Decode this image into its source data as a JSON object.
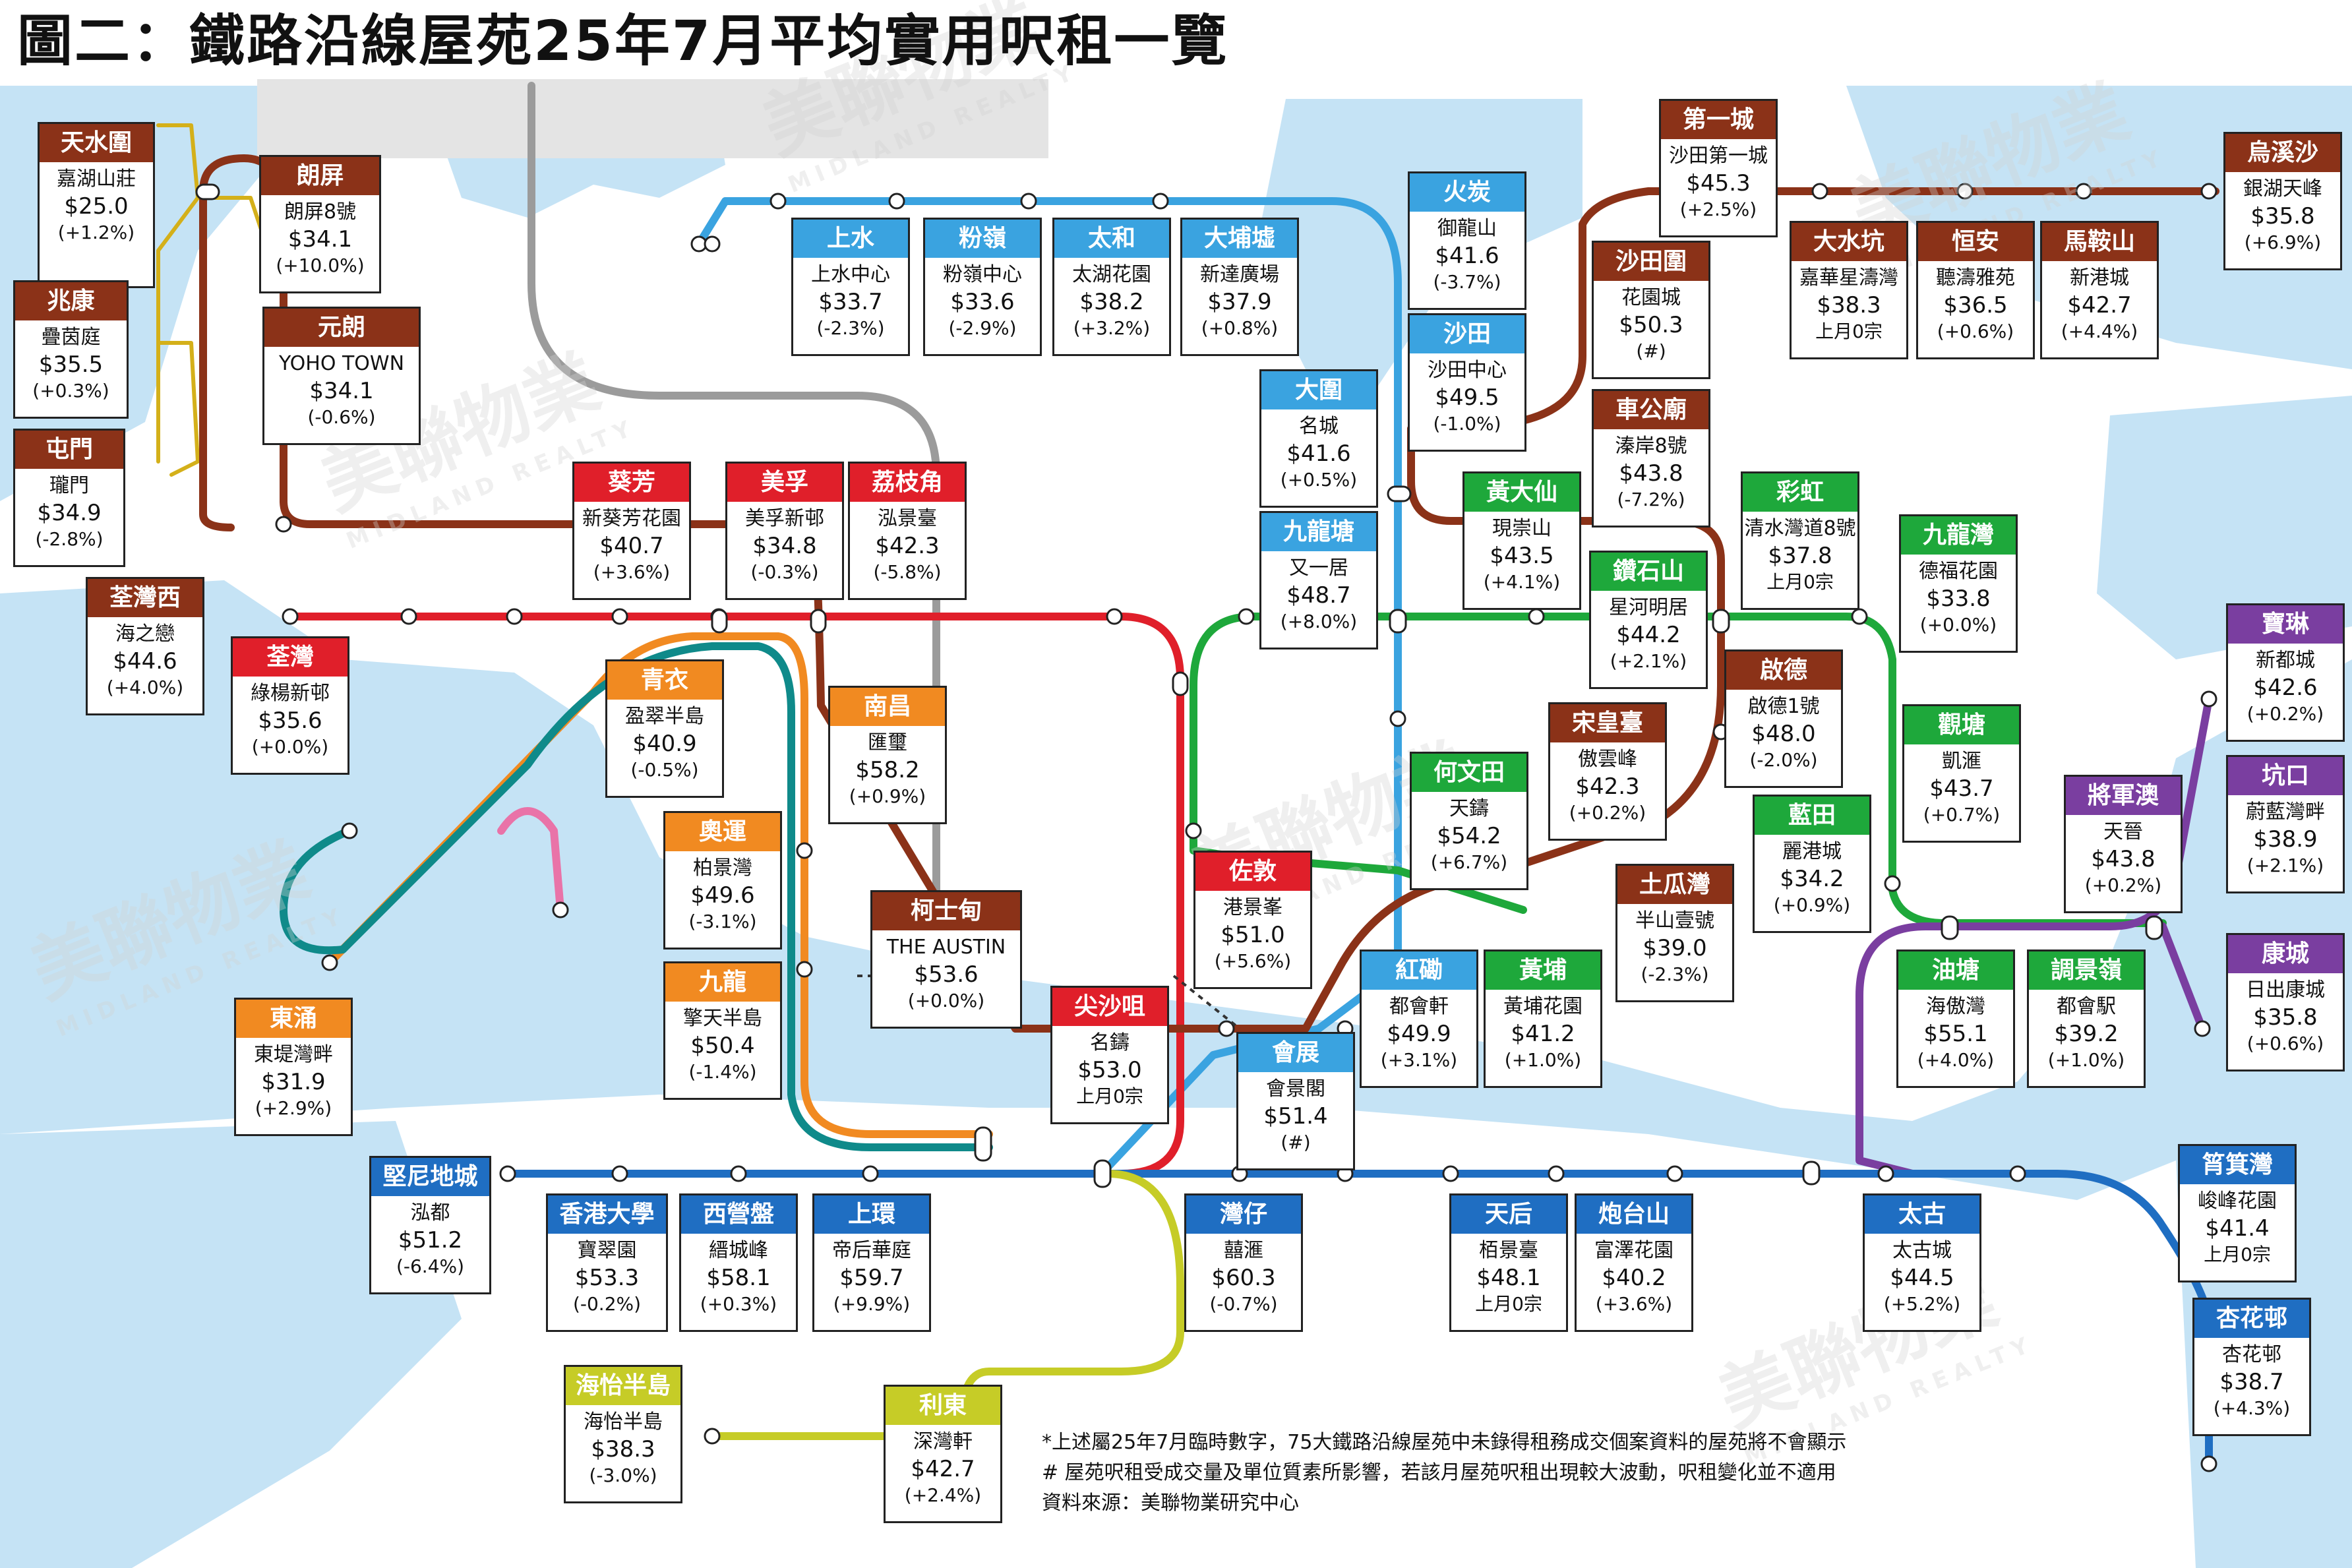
{
  "title": "圖二：鐵路沿線屋苑25年7月平均實用呎租一覽",
  "colors": {
    "east_rail": "#3aa3e0",
    "tsuen_wan": "#e01f2a",
    "kwun_tong": "#1ea83b",
    "tuen_ma": "#8b3218",
    "island": "#1f6ec2",
    "tung_chung": "#f18a21",
    "airport": "#0f8a8a",
    "disney": "#e973a8",
    "south_island": "#c6cc27",
    "tko": "#7a3ea0",
    "light_rail": "#d4b01a",
    "to_tseung": "#9b9b9b",
    "sea": "#c5e3f5"
  },
  "stations": [
    {
      "id": "tin-shui-wai",
      "station": "天水圍",
      "estate": "嘉湖山莊",
      "rent": "$25.0",
      "change": "(+1.2%)",
      "color": "#8b3218"
    },
    {
      "id": "long-ping",
      "station": "朗屏",
      "estate": "朗屏8號",
      "rent": "$34.1",
      "change": "(+10.0%)",
      "color": "#8b3218"
    },
    {
      "id": "siu-hong",
      "station": "兆康",
      "estate": "疊茵庭",
      "rent": "$35.5",
      "change": "(+0.3%)",
      "color": "#8b3218"
    },
    {
      "id": "yuen-long",
      "station": "元朗",
      "estate": "YOHO TOWN",
      "rent": "$34.1",
      "change": "(-0.6%)",
      "color": "#8b3218"
    },
    {
      "id": "tuen-mun",
      "station": "屯門",
      "estate": "瓏門",
      "rent": "$34.9",
      "change": "(-2.8%)",
      "color": "#8b3218"
    },
    {
      "id": "tsuen-wan-west",
      "station": "荃灣西",
      "estate": "海之戀",
      "rent": "$44.6",
      "change": "(+4.0%)",
      "color": "#8b3218"
    },
    {
      "id": "tsuen-wan",
      "station": "荃灣",
      "estate": "綠楊新邨",
      "rent": "$35.6",
      "change": "(+0.0%)",
      "color": "#e01f2a"
    },
    {
      "id": "kwai-fong",
      "station": "葵芳",
      "estate": "新葵芳花園",
      "rent": "$40.7",
      "change": "(+3.6%)",
      "color": "#e01f2a"
    },
    {
      "id": "mei-foo",
      "station": "美孚",
      "estate": "美孚新邨",
      "rent": "$34.8",
      "change": "(-0.3%)",
      "color": "#e01f2a"
    },
    {
      "id": "lai-chi-kok",
      "station": "荔枝角",
      "estate": "泓景臺",
      "rent": "$42.3",
      "change": "(-5.8%)",
      "color": "#e01f2a"
    },
    {
      "id": "sheung-shui",
      "station": "上水",
      "estate": "上水中心",
      "rent": "$33.7",
      "change": "(-2.3%)",
      "color": "#3aa3e0"
    },
    {
      "id": "fanling",
      "station": "粉嶺",
      "estate": "粉嶺中心",
      "rent": "$33.6",
      "change": "(-2.9%)",
      "color": "#3aa3e0"
    },
    {
      "id": "tai-wo",
      "station": "太和",
      "estate": "太湖花園",
      "rent": "$38.2",
      "change": "(+3.2%)",
      "color": "#3aa3e0"
    },
    {
      "id": "tai-po-market",
      "station": "大埔墟",
      "estate": "新達廣場",
      "rent": "$37.9",
      "change": "(+0.8%)",
      "color": "#3aa3e0"
    },
    {
      "id": "fo-tan",
      "station": "火炭",
      "estate": "御龍山",
      "rent": "$41.6",
      "change": "(-3.7%)",
      "color": "#3aa3e0"
    },
    {
      "id": "sha-tin",
      "station": "沙田",
      "estate": "沙田中心",
      "rent": "$49.5",
      "change": "(-1.0%)",
      "color": "#3aa3e0"
    },
    {
      "id": "tai-wai",
      "station": "大圍",
      "estate": "名城",
      "rent": "$41.6",
      "change": "(+0.5%)",
      "color": "#3aa3e0"
    },
    {
      "id": "city-one",
      "station": "第一城",
      "estate": "沙田第一城",
      "rent": "$45.3",
      "change": "(+2.5%)",
      "color": "#8b3218"
    },
    {
      "id": "sha-tin-wai",
      "station": "沙田圍",
      "estate": "花園城",
      "rent": "$50.3",
      "change": "(#)",
      "color": "#8b3218"
    },
    {
      "id": "che-kung-temple",
      "station": "車公廟",
      "estate": "溱岸8號",
      "rent": "$43.8",
      "change": "(-7.2%)",
      "color": "#8b3218"
    },
    {
      "id": "tai-shui-hang",
      "station": "大水坑",
      "estate": "嘉華星濤灣",
      "rent": "$38.3",
      "change": "上月0宗",
      "color": "#8b3218"
    },
    {
      "id": "heng-on",
      "station": "恒安",
      "estate": "聽濤雅苑",
      "rent": "$36.5",
      "change": "(+0.6%)",
      "color": "#8b3218"
    },
    {
      "id": "ma-on-shan",
      "station": "馬鞍山",
      "estate": "新港城",
      "rent": "$42.7",
      "change": "(+4.4%)",
      "color": "#8b3218"
    },
    {
      "id": "wu-kai-sha",
      "station": "烏溪沙",
      "estate": "銀湖天峰",
      "rent": "$35.8",
      "change": "(+6.9%)",
      "color": "#8b3218"
    },
    {
      "id": "kowloon-tong",
      "station": "九龍塘",
      "estate": "又一居",
      "rent": "$48.7",
      "change": "(+8.0%)",
      "color": "#3aa3e0"
    },
    {
      "id": "wong-tai-sin",
      "station": "黃大仙",
      "estate": "現崇山",
      "rent": "$43.5",
      "change": "(+4.1%)",
      "color": "#1ea83b"
    },
    {
      "id": "diamond-hill",
      "station": "鑽石山",
      "estate": "星河明居",
      "rent": "$44.2",
      "change": "(+2.1%)",
      "color": "#1ea83b"
    },
    {
      "id": "choi-hung",
      "station": "彩虹",
      "estate": "清水灣道8號",
      "rent": "$37.8",
      "change": "上月0宗",
      "color": "#1ea83b"
    },
    {
      "id": "kowloon-bay",
      "station": "九龍灣",
      "estate": "德福花園",
      "rent": "$33.8",
      "change": "(+0.0%)",
      "color": "#1ea83b"
    },
    {
      "id": "kai-tak",
      "station": "啟德",
      "estate": "啟德1號",
      "rent": "$48.0",
      "change": "(-2.0%)",
      "color": "#8b3218"
    },
    {
      "id": "sung-wong-toi",
      "station": "宋皇臺",
      "estate": "傲雲峰",
      "rent": "$42.3",
      "change": "(+0.2%)",
      "color": "#8b3218"
    },
    {
      "id": "to-kwa-wan",
      "station": "土瓜灣",
      "estate": "半山壹號",
      "rent": "$39.0",
      "change": "(-2.3%)",
      "color": "#8b3218"
    },
    {
      "id": "kwun-tong",
      "station": "觀塘",
      "estate": "凱滙",
      "rent": "$43.7",
      "change": "(+0.7%)",
      "color": "#1ea83b"
    },
    {
      "id": "lam-tin",
      "station": "藍田",
      "estate": "麗港城",
      "rent": "$34.2",
      "change": "(+0.9%)",
      "color": "#1ea83b"
    },
    {
      "id": "ho-man-tin",
      "station": "何文田",
      "estate": "天鑄",
      "rent": "$54.2",
      "change": "(+6.7%)",
      "color": "#1ea83b"
    },
    {
      "id": "tsing-yi",
      "station": "青衣",
      "estate": "盈翠半島",
      "rent": "$40.9",
      "change": "(-0.5%)",
      "color": "#f18a21"
    },
    {
      "id": "nam-cheong",
      "station": "南昌",
      "estate": "匯璽",
      "rent": "$58.2",
      "change": "(+0.9%)",
      "color": "#f18a21"
    },
    {
      "id": "olympic",
      "station": "奧運",
      "estate": "柏景灣",
      "rent": "$49.6",
      "change": "(-3.1%)",
      "color": "#f18a21"
    },
    {
      "id": "kowloon",
      "station": "九龍",
      "estate": "擎天半島",
      "rent": "$50.4",
      "change": "(-1.4%)",
      "color": "#f18a21"
    },
    {
      "id": "austin",
      "station": "柯士甸",
      "estate": "THE AUSTIN",
      "rent": "$53.6",
      "change": "(+0.0%)",
      "color": "#8b3218"
    },
    {
      "id": "jordan",
      "station": "佐敦",
      "estate": "港景峯",
      "rent": "$51.0",
      "change": "(+5.6%)",
      "color": "#e01f2a"
    },
    {
      "id": "tsim-sha-tsui",
      "station": "尖沙咀",
      "estate": "名鑄",
      "rent": "$53.0",
      "change": "上月0宗",
      "color": "#e01f2a"
    },
    {
      "id": "hung-hom",
      "station": "紅磡",
      "estate": "都會軒",
      "rent": "$49.9",
      "change": "(+3.1%)",
      "color": "#3aa3e0"
    },
    {
      "id": "whampoa",
      "station": "黃埔",
      "estate": "黃埔花園",
      "rent": "$41.2",
      "change": "(+1.0%)",
      "color": "#1ea83b"
    },
    {
      "id": "exhibition",
      "station": "會展",
      "estate": "會景閣",
      "rent": "$51.4",
      "change": "(#)",
      "color": "#3aa3e0"
    },
    {
      "id": "tung-chung",
      "station": "東涌",
      "estate": "東堤灣畔",
      "rent": "$31.9",
      "change": "(+2.9%)",
      "color": "#f18a21"
    },
    {
      "id": "yau-tong",
      "station": "油塘",
      "estate": "海傲灣",
      "rent": "$55.1",
      "change": "(+4.0%)",
      "color": "#1ea83b"
    },
    {
      "id": "tiu-keng-leng",
      "station": "調景嶺",
      "estate": "都會駅",
      "rent": "$39.2",
      "change": "(+1.0%)",
      "color": "#1ea83b"
    },
    {
      "id": "tko",
      "station": "將軍澳",
      "estate": "天晉",
      "rent": "$43.8",
      "change": "(+0.2%)",
      "color": "#7a3ea0"
    },
    {
      "id": "po-lam",
      "station": "寶琳",
      "estate": "新都城",
      "rent": "$42.6",
      "change": "(+0.2%)",
      "color": "#7a3ea0"
    },
    {
      "id": "hang-hau",
      "station": "坑口",
      "estate": "蔚藍灣畔",
      "rent": "$38.9",
      "change": "(+2.1%)",
      "color": "#7a3ea0"
    },
    {
      "id": "lohas-park",
      "station": "康城",
      "estate": "日出康城",
      "rent": "$35.8",
      "change": "(+0.6%)",
      "color": "#7a3ea0"
    },
    {
      "id": "kennedy-town",
      "station": "堅尼地城",
      "estate": "泓都",
      "rent": "$51.2",
      "change": "(-6.4%)",
      "color": "#1f6ec2"
    },
    {
      "id": "hku",
      "station": "香港大學",
      "estate": "寶翠園",
      "rent": "$53.3",
      "change": "(-0.2%)",
      "color": "#1f6ec2"
    },
    {
      "id": "sai-ying-pun",
      "station": "西營盤",
      "estate": "縉城峰",
      "rent": "$58.1",
      "change": "(+0.3%)",
      "color": "#1f6ec2"
    },
    {
      "id": "sheung-wan",
      "station": "上環",
      "estate": "帝后華庭",
      "rent": "$59.7",
      "change": "(+9.9%)",
      "color": "#1f6ec2"
    },
    {
      "id": "wan-chai",
      "station": "灣仔",
      "estate": "囍滙",
      "rent": "$60.3",
      "change": "(-0.7%)",
      "color": "#1f6ec2"
    },
    {
      "id": "tin-hau",
      "station": "天后",
      "estate": "栢景臺",
      "rent": "$48.1",
      "change": "上月0宗",
      "color": "#1f6ec2"
    },
    {
      "id": "fortress-hill",
      "station": "炮台山",
      "estate": "富澤花園",
      "rent": "$40.2",
      "change": "(+3.6%)",
      "color": "#1f6ec2"
    },
    {
      "id": "tai-koo",
      "station": "太古",
      "estate": "太古城",
      "rent": "$44.5",
      "change": "(+5.2%)",
      "color": "#1f6ec2"
    },
    {
      "id": "shau-kei-wan",
      "station": "筲箕灣",
      "estate": "峻峰花園",
      "rent": "$41.4",
      "change": "上月0宗",
      "color": "#1f6ec2"
    },
    {
      "id": "heng-fa-chuen",
      "station": "杏花邨",
      "estate": "杏花邨",
      "rent": "$38.7",
      "change": "(+4.3%)",
      "color": "#1f6ec2"
    },
    {
      "id": "ocean-park",
      "station": "海怡半島",
      "estate": "海怡半島",
      "rent": "$38.3",
      "change": "(-3.0%)",
      "color": "#c6cc27"
    },
    {
      "id": "lei-tung",
      "station": "利東",
      "estate": "深灣軒",
      "rent": "$42.7",
      "change": "(+2.4%)",
      "color": "#c6cc27"
    }
  ],
  "notes": [
    "*上述屬25年7月臨時數字，75大鐵路沿線屋苑中未錄得租務成交個案資料的屋苑將不會顯示",
    "# 屋苑呎租受成交量及單位質素所影響，若該月屋苑呎租出現較大波動，呎租變化並不適用",
    "資料來源：美聯物業研究中心"
  ],
  "watermark": {
    "brand": "美聯物業",
    "sub": "MIDLAND REALTY"
  }
}
